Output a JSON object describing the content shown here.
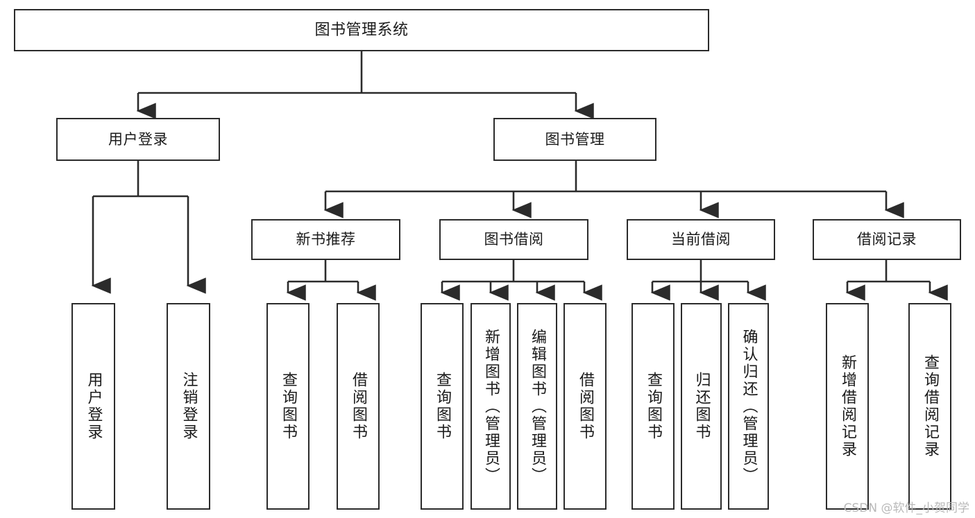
{
  "diagram": {
    "title": "图书管理系统",
    "type": "tree",
    "watermark": "CSDN @软件_小贺同学",
    "colors": {
      "box_border": "#2b2b2b",
      "box_fill": "#ffffff",
      "connector": "#2b2b2b",
      "text": "#1a1a1a",
      "watermark": "#b9b9b9"
    },
    "nodes": {
      "root": {
        "label": "图书管理系统"
      },
      "level2": [
        {
          "id": "user-login",
          "label": "用户登录"
        },
        {
          "id": "book-manage",
          "label": "图书管理"
        }
      ],
      "level3": [
        {
          "id": "new-book-rec",
          "label": "新书推荐"
        },
        {
          "id": "book-borrow",
          "label": "图书借阅"
        },
        {
          "id": "current-borrow",
          "label": "当前借阅"
        },
        {
          "id": "borrow-record",
          "label": "借阅记录"
        }
      ],
      "leaves": {
        "user_login": [
          {
            "id": "leaf-user-login",
            "label": "用户登录"
          },
          {
            "id": "leaf-logout-login",
            "label": "注销登录"
          }
        ],
        "new_book_rec": [
          {
            "id": "leaf-query-book-1",
            "label": "查询图书"
          },
          {
            "id": "leaf-borrow-book-1",
            "label": "借阅图书"
          }
        ],
        "book_borrow": [
          {
            "id": "leaf-query-book-2",
            "label": "查询图书"
          },
          {
            "id": "leaf-add-book",
            "label": "新增图书（管理员）"
          },
          {
            "id": "leaf-edit-book",
            "label": "编辑图书（管理员）"
          },
          {
            "id": "leaf-borrow-book-2",
            "label": "借阅图书"
          }
        ],
        "current_borrow": [
          {
            "id": "leaf-query-book-3",
            "label": "查询图书"
          },
          {
            "id": "leaf-return-book",
            "label": "归还图书"
          },
          {
            "id": "leaf-confirm-return",
            "label": "确认归还（管理员）"
          }
        ],
        "borrow_record": [
          {
            "id": "leaf-add-record",
            "label": "新增借阅记录"
          },
          {
            "id": "leaf-query-record",
            "label": "查询借阅记录"
          }
        ]
      }
    }
  }
}
